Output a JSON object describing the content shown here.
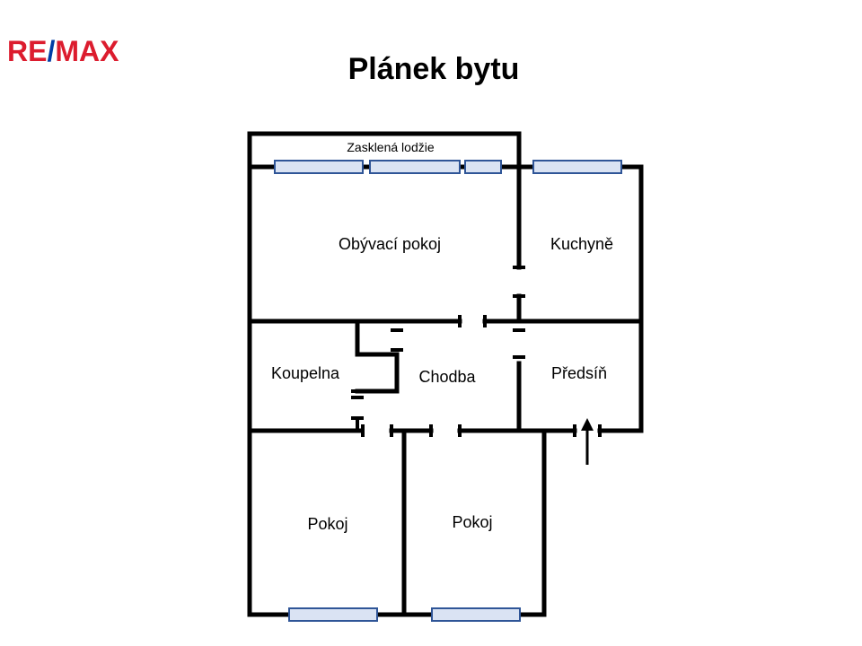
{
  "logo": {
    "text": "RE/MAX",
    "part_left": "RE",
    "part_slash": "/",
    "part_right": "MAX",
    "color_red": "#dc1c2e",
    "color_blue": "#003da5"
  },
  "title": "Plánek bytu",
  "rooms": {
    "loggia": "Zasklená lodžie",
    "living_room": "Obývací pokoj",
    "kitchen": "Kuchyně",
    "bathroom": "Koupelna",
    "corridor": "Chodba",
    "hallway": "Předsíň",
    "room_left": "Pokoj",
    "room_right": "Pokoj"
  },
  "colors": {
    "wall": "#000000",
    "window_fill": "#dae3f3",
    "window_stroke": "#2f5597"
  },
  "icons": {
    "entrance": "arrow-up-icon"
  }
}
